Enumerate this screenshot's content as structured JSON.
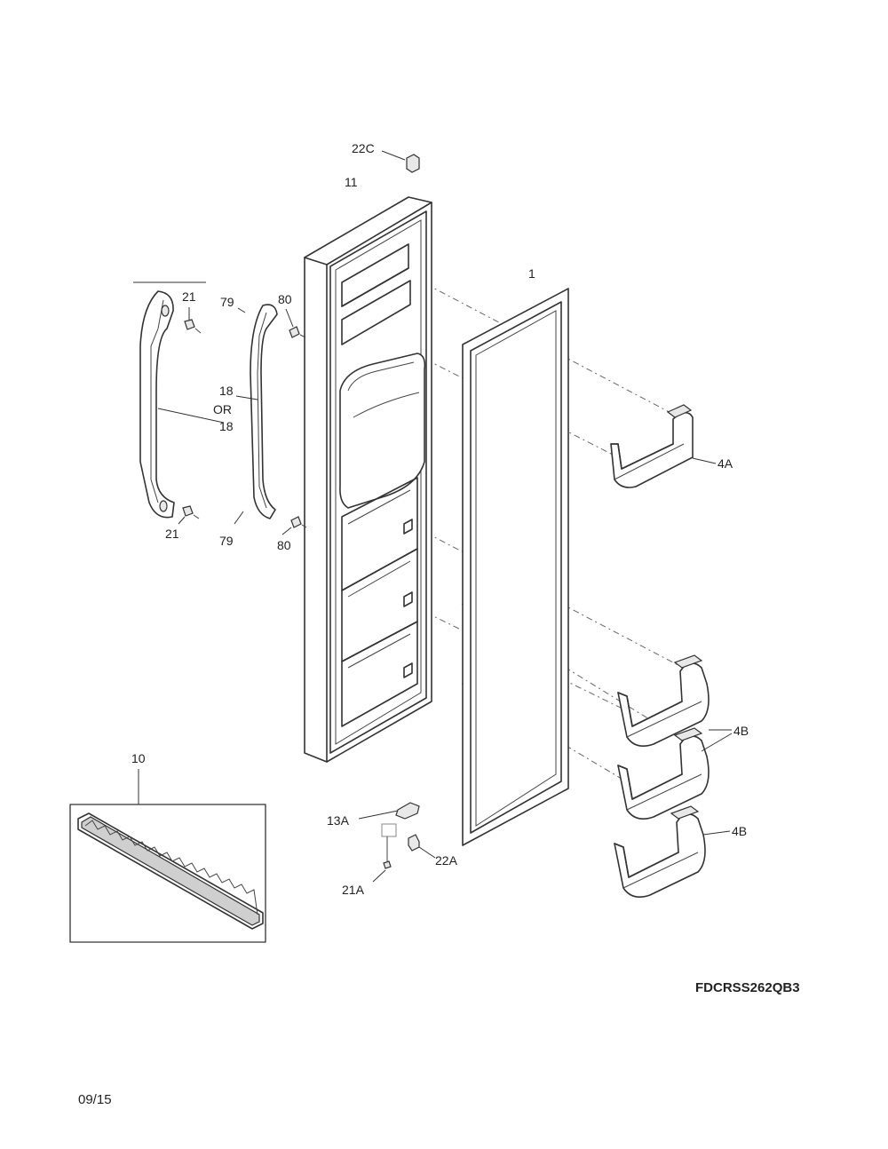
{
  "model_number": "FDCRSS262QB3",
  "date_code": "09/15",
  "callouts": {
    "door_panel": "11",
    "gasket": "1",
    "screw_top": "22C",
    "handle_screw_top": "21",
    "handle_screw_bottom": "21",
    "handle_front": "18",
    "handle_alt_a": "18",
    "or_text": "OR",
    "handle_alt_b": "18",
    "handle_cap_top": "79",
    "handle_cap_bottom": "79",
    "handle_bolt_top": "80",
    "handle_bolt_bottom": "80",
    "bin_top": "4A",
    "bin_middle": "4B",
    "bin_bottom": "4B",
    "trim_strip": "10",
    "hinge_part": "13A",
    "hinge_screw": "21A",
    "hinge_pin": "22A"
  }
}
